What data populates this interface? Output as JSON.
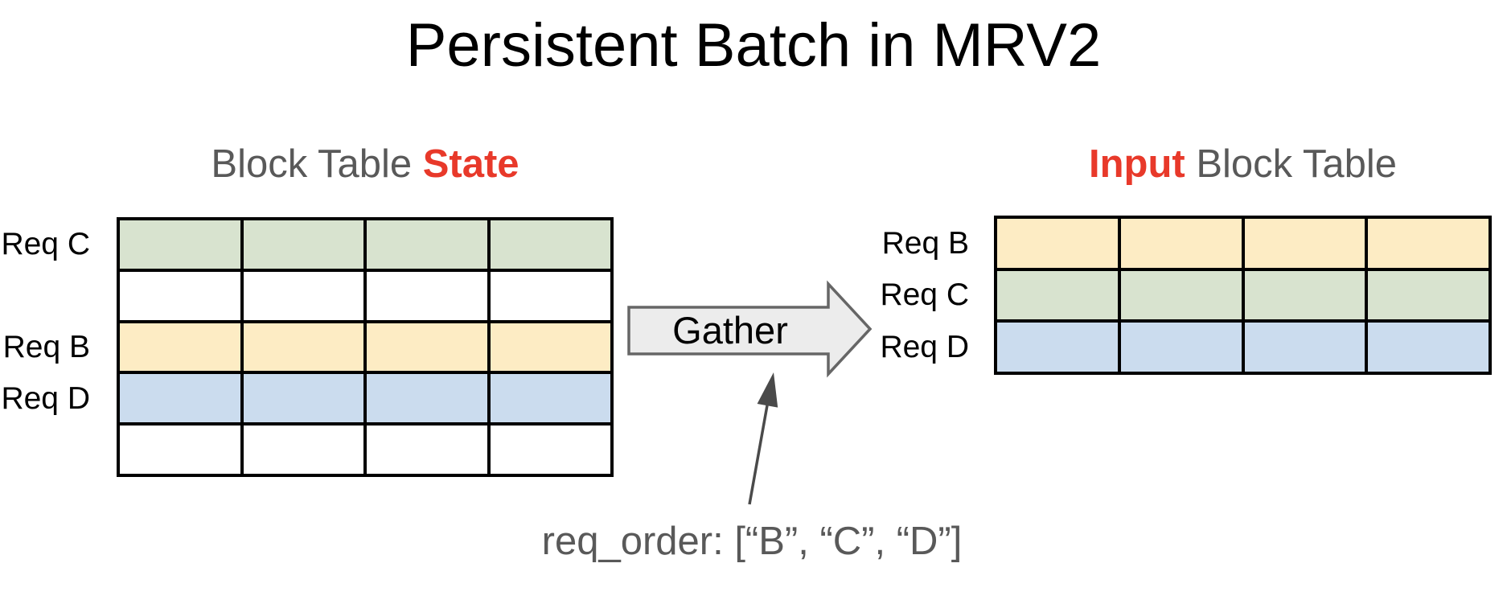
{
  "title": "Persistent Batch in MRV2",
  "left_panel": {
    "heading_normal": "Block Table ",
    "heading_highlight": "State",
    "columns": 4,
    "rows": [
      {
        "label": "Req C",
        "color_key": "green"
      },
      {
        "label": "",
        "color_key": "white"
      },
      {
        "label": "Req B",
        "color_key": "yellow"
      },
      {
        "label": "Req D",
        "color_key": "blue"
      },
      {
        "label": "",
        "color_key": "white"
      }
    ]
  },
  "right_panel": {
    "heading_highlight": "Input",
    "heading_normal": " Block Table",
    "columns": 4,
    "rows": [
      {
        "label": "Req B",
        "color_key": "yellow"
      },
      {
        "label": "Req C",
        "color_key": "green"
      },
      {
        "label": "Req D",
        "color_key": "blue"
      }
    ]
  },
  "gather_arrow": {
    "label": "Gather"
  },
  "annotation": {
    "text": "req_order: [“B”, “C”, “D”]"
  },
  "colors": {
    "green": "#d8e3cf",
    "yellow": "#fdecc4",
    "blue": "#cbdcee",
    "white": "#ffffff",
    "border_black": "#000000",
    "label_black": "#000000",
    "highlight_red": "#e8392a",
    "heading_gray": "#595959",
    "arrow_fill": "#ececec",
    "arrow_stroke": "#666666",
    "annotation_gray": "#4a4a4a"
  }
}
